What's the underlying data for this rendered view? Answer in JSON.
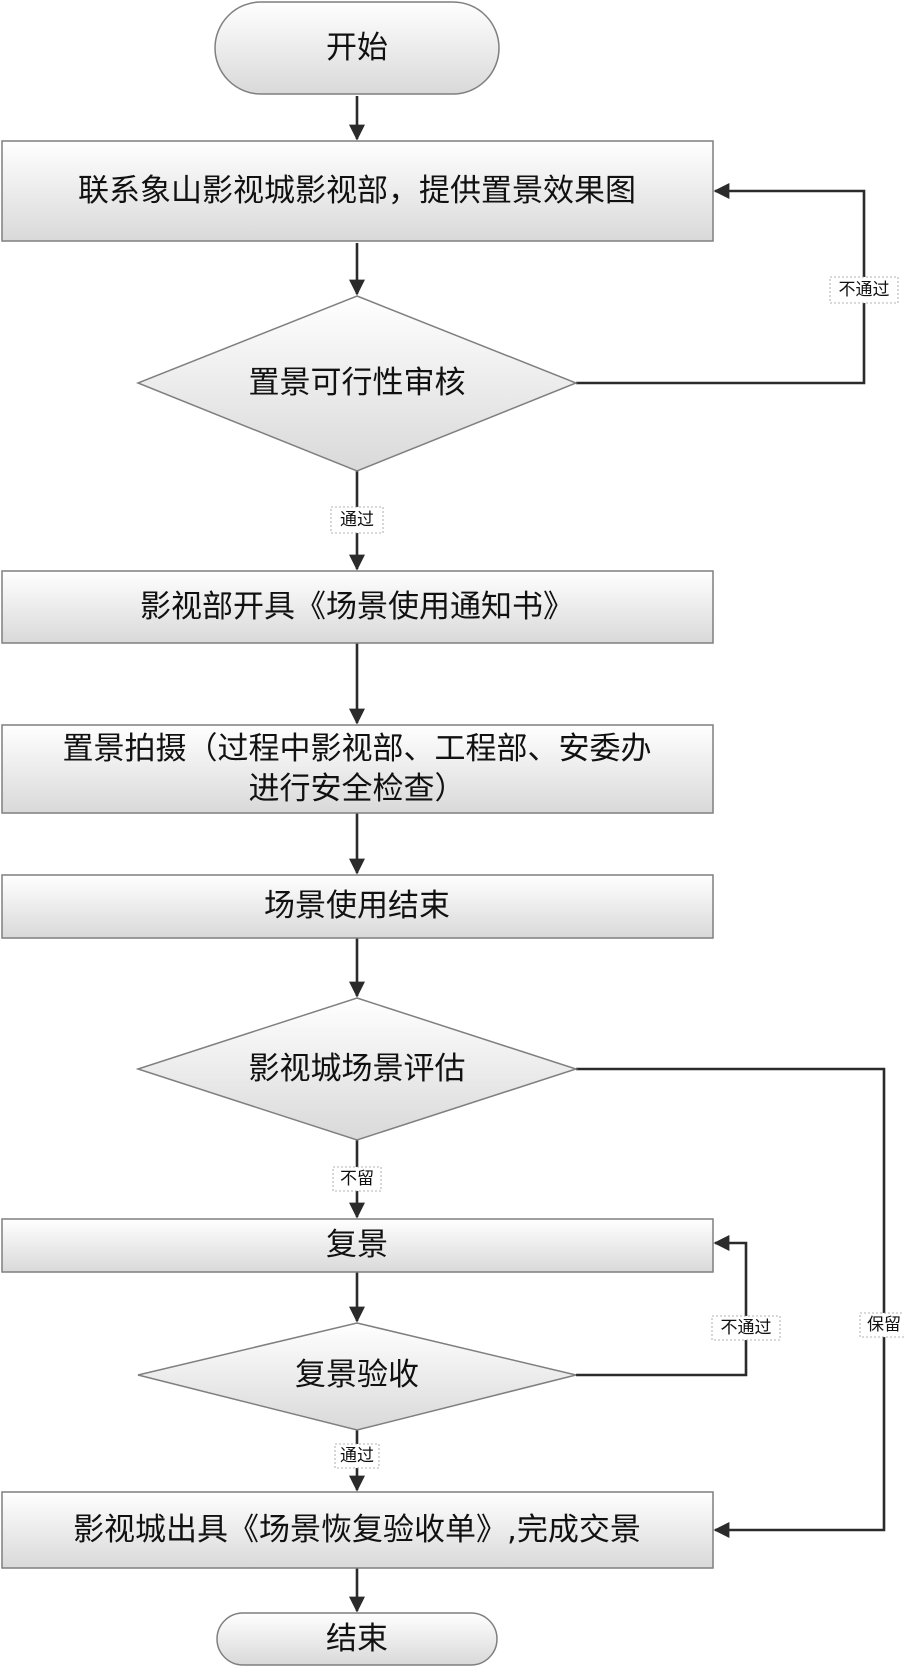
{
  "flowchart": {
    "nodes": {
      "start": "开始",
      "contact": "联系象山影视城影视部，提供置景效果图",
      "feasibility_review": "置景可行性审核",
      "notice": "影视部开具《场景使用通知书》",
      "shooting_line1": "置景拍摄（过程中影视部、工程部、安委办",
      "shooting_line2": "进行安全检查）",
      "scene_end": "场景使用结束",
      "evaluation": "影视城场景评估",
      "restore": "复景",
      "restore_check": "复景验收",
      "handover": "影视城出具《场景恢复验收单》,完成交景",
      "end": "结束"
    },
    "edge_labels": {
      "review_pass": "通过",
      "review_fail": "不通过",
      "eval_not_keep": "不留",
      "eval_keep": "保留",
      "check_fail": "不通过",
      "check_pass": "通过"
    }
  },
  "colors": {
    "shape_top": "#ffffff",
    "shape_bottom": "#d9d9d9",
    "shape_border": "#7f7f7f",
    "connector": "#2b2b2b",
    "text": "#111111"
  }
}
